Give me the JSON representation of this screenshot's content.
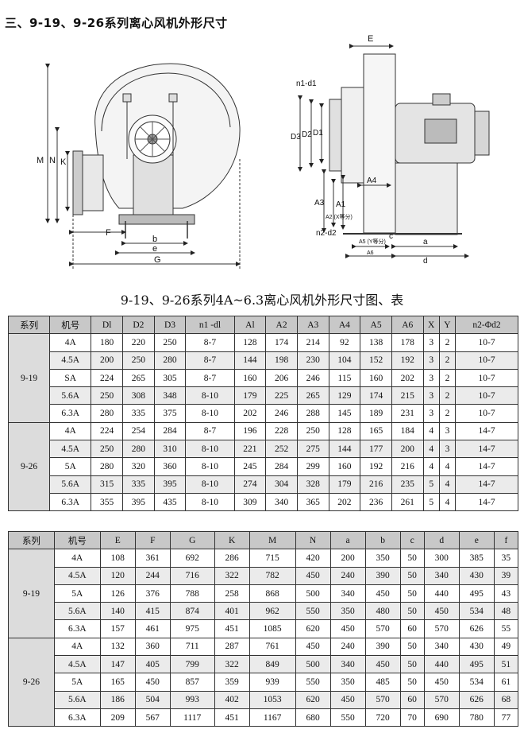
{
  "heading": "三、9-19、9-26系列离心风机外形尺寸",
  "drawing_labels": {
    "front": {
      "M": "M",
      "N": "N",
      "K": "K",
      "F": "F",
      "b": "b",
      "e": "e",
      "G": "G"
    },
    "side": {
      "E": "E",
      "n1d1": "n1-d1",
      "D3": "D3",
      "D2": "D2",
      "D1": "D1",
      "A4": "A4",
      "A3": "A3",
      "A2": "A2 (X等分)",
      "A1": "A1",
      "n2d2": "n2-d2",
      "c": "c",
      "a": "a",
      "A5": "A5 (Y等分)",
      "A6": "A6",
      "d": "d"
    }
  },
  "subtitle": "9-19、9-26系列4A~6.3离心风机外形尺寸图、表",
  "table1": {
    "headers": [
      "系列",
      "机号",
      "Dl",
      "D2",
      "D3",
      "n1 -dl",
      "Al",
      "A2",
      "A3",
      "A4",
      "A5",
      "A6",
      "X",
      "Y",
      "n2-Φd2"
    ],
    "groups": [
      {
        "series": "9-19",
        "rows": [
          [
            "4A",
            "180",
            "220",
            "250",
            "8-7",
            "128",
            "174",
            "214",
            "92",
            "138",
            "178",
            "3",
            "2",
            "10-7"
          ],
          [
            "4.5A",
            "200",
            "250",
            "280",
            "8-7",
            "144",
            "198",
            "230",
            "104",
            "152",
            "192",
            "3",
            "2",
            "10-7"
          ],
          [
            "SA",
            "224",
            "265",
            "305",
            "8-7",
            "160",
            "206",
            "246",
            "115",
            "160",
            "202",
            "3",
            "2",
            "10-7"
          ],
          [
            "5.6A",
            "250",
            "308",
            "348",
            "8-10",
            "179",
            "225",
            "265",
            "129",
            "174",
            "215",
            "3",
            "2",
            "10-7"
          ],
          [
            "6.3A",
            "280",
            "335",
            "375",
            "8-10",
            "202",
            "246",
            "288",
            "145",
            "189",
            "231",
            "3",
            "2",
            "10-7"
          ]
        ]
      },
      {
        "series": "9-26",
        "rows": [
          [
            "4A",
            "224",
            "254",
            "284",
            "8-7",
            "196",
            "228",
            "250",
            "128",
            "165",
            "184",
            "4",
            "3",
            "14-7"
          ],
          [
            "4.5A",
            "250",
            "280",
            "310",
            "8-10",
            "221",
            "252",
            "275",
            "144",
            "177",
            "200",
            "4",
            "3",
            "14-7"
          ],
          [
            "5A",
            "280",
            "320",
            "360",
            "8-10",
            "245",
            "284",
            "299",
            "160",
            "192",
            "216",
            "4",
            "4",
            "14-7"
          ],
          [
            "5.6A",
            "315",
            "335",
            "395",
            "8-10",
            "274",
            "304",
            "328",
            "179",
            "216",
            "235",
            "5",
            "4",
            "14-7"
          ],
          [
            "6.3A",
            "355",
            "395",
            "435",
            "8-10",
            "309",
            "340",
            "365",
            "202",
            "236",
            "261",
            "5",
            "4",
            "14-7"
          ]
        ]
      }
    ]
  },
  "table2": {
    "headers": [
      "系列",
      "机号",
      "E",
      "F",
      "G",
      "K",
      "M",
      "N",
      "a",
      "b",
      "c",
      "d",
      "e",
      "f"
    ],
    "groups": [
      {
        "series": "9-19",
        "rows": [
          [
            "4A",
            "108",
            "361",
            "692",
            "286",
            "715",
            "420",
            "200",
            "350",
            "50",
            "300",
            "385",
            "35"
          ],
          [
            "4.5A",
            "120",
            "244",
            "716",
            "322",
            "782",
            "450",
            "240",
            "390",
            "50",
            "340",
            "430",
            "39"
          ],
          [
            "5A",
            "126",
            "376",
            "788",
            "258",
            "868",
            "500",
            "340",
            "450",
            "50",
            "440",
            "495",
            "43"
          ],
          [
            "5.6A",
            "140",
            "415",
            "874",
            "401",
            "962",
            "550",
            "350",
            "480",
            "50",
            "450",
            "534",
            "48"
          ],
          [
            "6.3A",
            "157",
            "461",
            "975",
            "451",
            "1085",
            "620",
            "450",
            "570",
            "60",
            "570",
            "626",
            "55"
          ]
        ]
      },
      {
        "series": "9-26",
        "rows": [
          [
            "4A",
            "132",
            "360",
            "711",
            "287",
            "761",
            "450",
            "240",
            "390",
            "50",
            "340",
            "430",
            "49"
          ],
          [
            "4.5A",
            "147",
            "405",
            "799",
            "322",
            "849",
            "500",
            "340",
            "450",
            "50",
            "440",
            "495",
            "51"
          ],
          [
            "5A",
            "165",
            "450",
            "857",
            "359",
            "939",
            "550",
            "350",
            "485",
            "50",
            "450",
            "534",
            "61"
          ],
          [
            "5.6A",
            "186",
            "504",
            "993",
            "402",
            "1053",
            "620",
            "450",
            "570",
            "60",
            "570",
            "626",
            "68"
          ],
          [
            "6.3A",
            "209",
            "567",
            "1117",
            "451",
            "1167",
            "680",
            "550",
            "720",
            "70",
            "690",
            "780",
            "77"
          ]
        ]
      }
    ]
  }
}
